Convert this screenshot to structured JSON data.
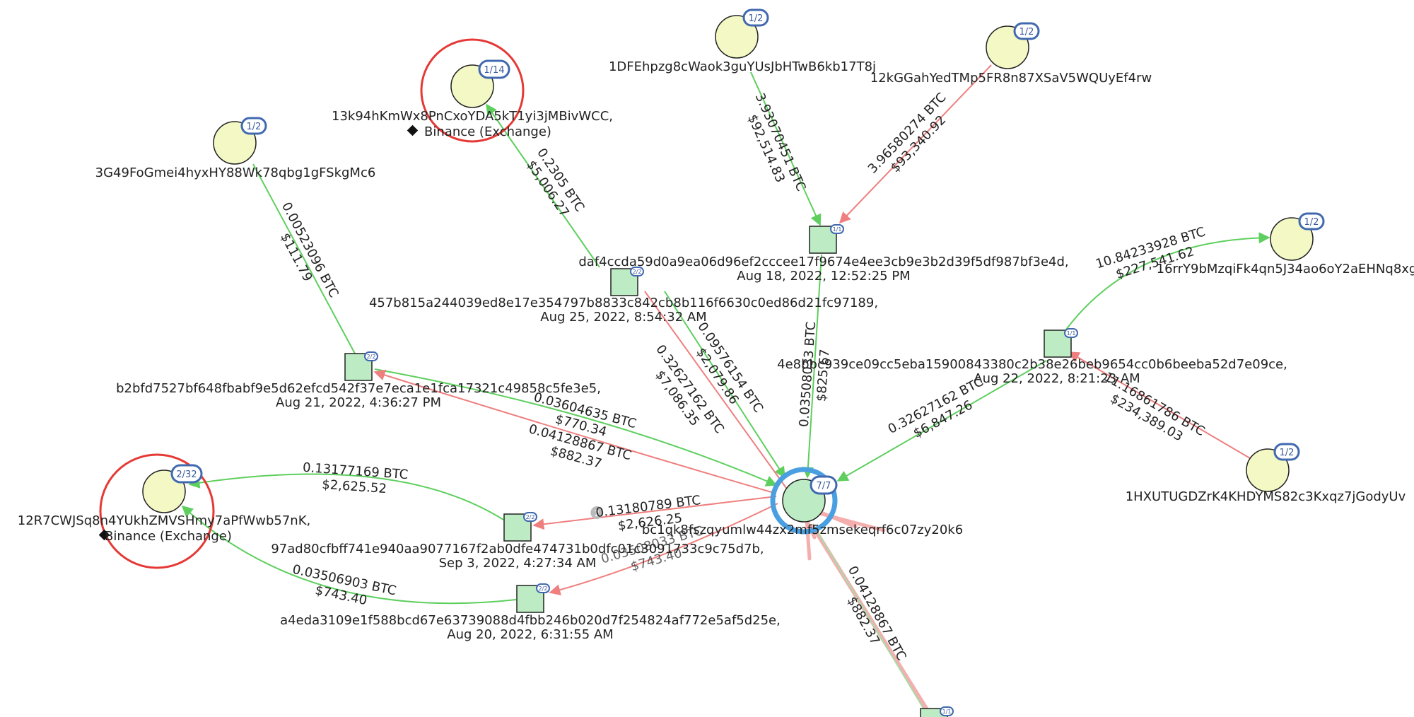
{
  "colors": {
    "address_fill": "#f3f8c4",
    "tx_fill": "#bdecc4",
    "edge_in": "#5ecf5e",
    "edge_out": "#ef7f7f",
    "badge_stroke": "#4169b0",
    "exchange_ring": "#e53935",
    "selected_ring": "#4a9fe0"
  },
  "nodes": {
    "addr_1DFE": {
      "label": "1DFEhpzg8cWaok3guYUsJbHTwB6kb17T8j",
      "badge": "1/2"
    },
    "addr_12kG": {
      "label": "12kGGahYedTMp5FR8n87XSaV5WQUyEf4rw",
      "badge": "1/2"
    },
    "addr_13k9": {
      "label": "13k94hKmWx8PnCxoYDA5kT1yi3jMBivWCC,",
      "entity": "Binance (Exchange)",
      "badge": "1/14"
    },
    "addr_3G49": {
      "label": "3G49FoGmei4hyxHY88Wk78qbg1gFSkgMc6",
      "badge": "1/2"
    },
    "addr_16rr": {
      "label": "16rrY9bMzqiFk4qn5J34ao6oY2aEHNq8xg",
      "badge": "1/2"
    },
    "addr_1HXU": {
      "label": "1HXUTUGDZrK4KHDYMS82c3Kxqz7jGodyUv",
      "badge": "1/2"
    },
    "addr_12R7": {
      "label": "12R7CWJSq8n4YUkhZMVSHmy7aPfWwb57nK,",
      "entity": "Binance (Exchange)",
      "badge": "2/32"
    },
    "addr_center": {
      "label": "bc1qk8fszqyumlw44zx2mf5zmsekeqrf6c07zy20k6",
      "badge": "7/7"
    },
    "tx_daf4": {
      "label": "daf4ccda59d0a9ea06d96ef2cccee17f9674e4ee3cb9e3b2d39f5df987bf3e4d,",
      "date": "Aug 18, 2022, 12:52:25 PM",
      "badge": "1/1"
    },
    "tx_457b": {
      "label": "457b815a244039ed8e17e354797b8833c842cb8b116f6630c0ed86d21fc97189,",
      "date": "Aug 25, 2022, 8:54:32 AM",
      "badge": "2/2"
    },
    "tx_b2bf": {
      "label": "b2bfd7527bf648fbabf9e5d62efcd542f37e7eca1e1fca17321c49858c5fe3e5,",
      "date": "Aug 21, 2022, 4:36:27 PM",
      "badge": "2/2"
    },
    "tx_4e8b": {
      "label": "4e8bbc939ce09cc5eba15900843380c2b38e26beb9654cc0b6beeba52d7e09ce,",
      "date": "Aug 22, 2022, 8:21:23 AM",
      "badge": "1/1"
    },
    "tx_97ad": {
      "label": "97ad80cfbff741e940aa9077167f2ab0dfe474731b0dfc01c3091733c9c75d7b,",
      "date": "Sep 3, 2022, 4:27:34 AM",
      "badge": "2/2"
    },
    "tx_a4ed": {
      "label": "a4eda3109e1f588bcd67e63739088d4fbb246b020d7f254824af772e5af5d25e,",
      "date": "Aug 20, 2022, 6:31:55 AM",
      "badge": "2/2"
    },
    "tx_bottom": {
      "badge": "1/1"
    }
  },
  "edges": [
    {
      "id": "e1",
      "btc": "3.93070451 BTC",
      "usd": "$92,514.83"
    },
    {
      "id": "e2",
      "btc": "3.96580274 BTC",
      "usd": "$93,340.92"
    },
    {
      "id": "e3",
      "btc": "0.2305 BTC",
      "usd": "$5,006.27"
    },
    {
      "id": "e4",
      "btc": "0.00523096 BTC",
      "usd": "$111.79"
    },
    {
      "id": "e5",
      "btc": "0.03508033 BTC",
      "usd": "$825.67"
    },
    {
      "id": "e6",
      "btc": "0.09576154 BTC",
      "usd": "$2,079.86"
    },
    {
      "id": "e7",
      "btc": "0.32627162 BTC",
      "usd": "$7,086.35"
    },
    {
      "id": "e8",
      "btc": "0.03604635 BTC",
      "usd": "$770.34"
    },
    {
      "id": "e9",
      "btc": "0.04128867 BTC",
      "usd": "$882.37"
    },
    {
      "id": "e10",
      "btc": "10.84233928 BTC",
      "usd": "$227,541.62"
    },
    {
      "id": "e11",
      "btc": "0.32627162 BTC",
      "usd": "$6,847.26"
    },
    {
      "id": "e12",
      "btc": "11.16861786 BTC",
      "usd": "$234,389.03"
    },
    {
      "id": "e13",
      "btc": "0.13177169 BTC",
      "usd": "$2,625.52"
    },
    {
      "id": "e14",
      "btc": "0.13180789 BTC",
      "usd": "$2,626.25",
      "count": "2"
    },
    {
      "id": "e15",
      "btc": "0.03508033 BTC",
      "usd": "$743.40"
    },
    {
      "id": "e16",
      "btc": "0.03506903 BTC",
      "usd": "$743.40"
    },
    {
      "id": "e17",
      "btc": "0.04128867 BTC",
      "usd": "$882.37"
    }
  ]
}
